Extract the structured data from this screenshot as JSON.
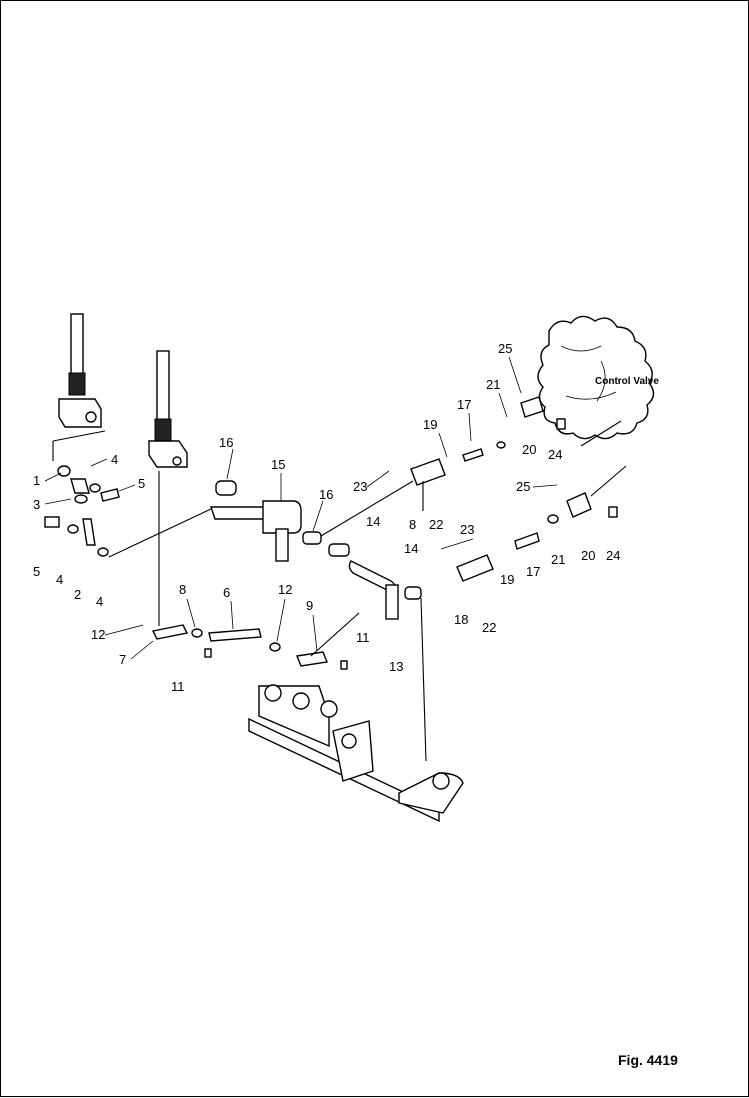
{
  "figure_label": "Fig. 4419",
  "control_valve_label": "Control Valve",
  "callouts": [
    "1",
    "4",
    "5",
    "3",
    "5",
    "4",
    "2",
    "4",
    "16",
    "15",
    "16",
    "23",
    "19",
    "17",
    "21",
    "25",
    "20",
    "24",
    "25",
    "8",
    "22",
    "14",
    "23",
    "14",
    "20",
    "24",
    "21",
    "17",
    "19",
    "18",
    "22",
    "13",
    "8",
    "6",
    "12",
    "9",
    "12",
    "7",
    "11",
    "11"
  ]
}
